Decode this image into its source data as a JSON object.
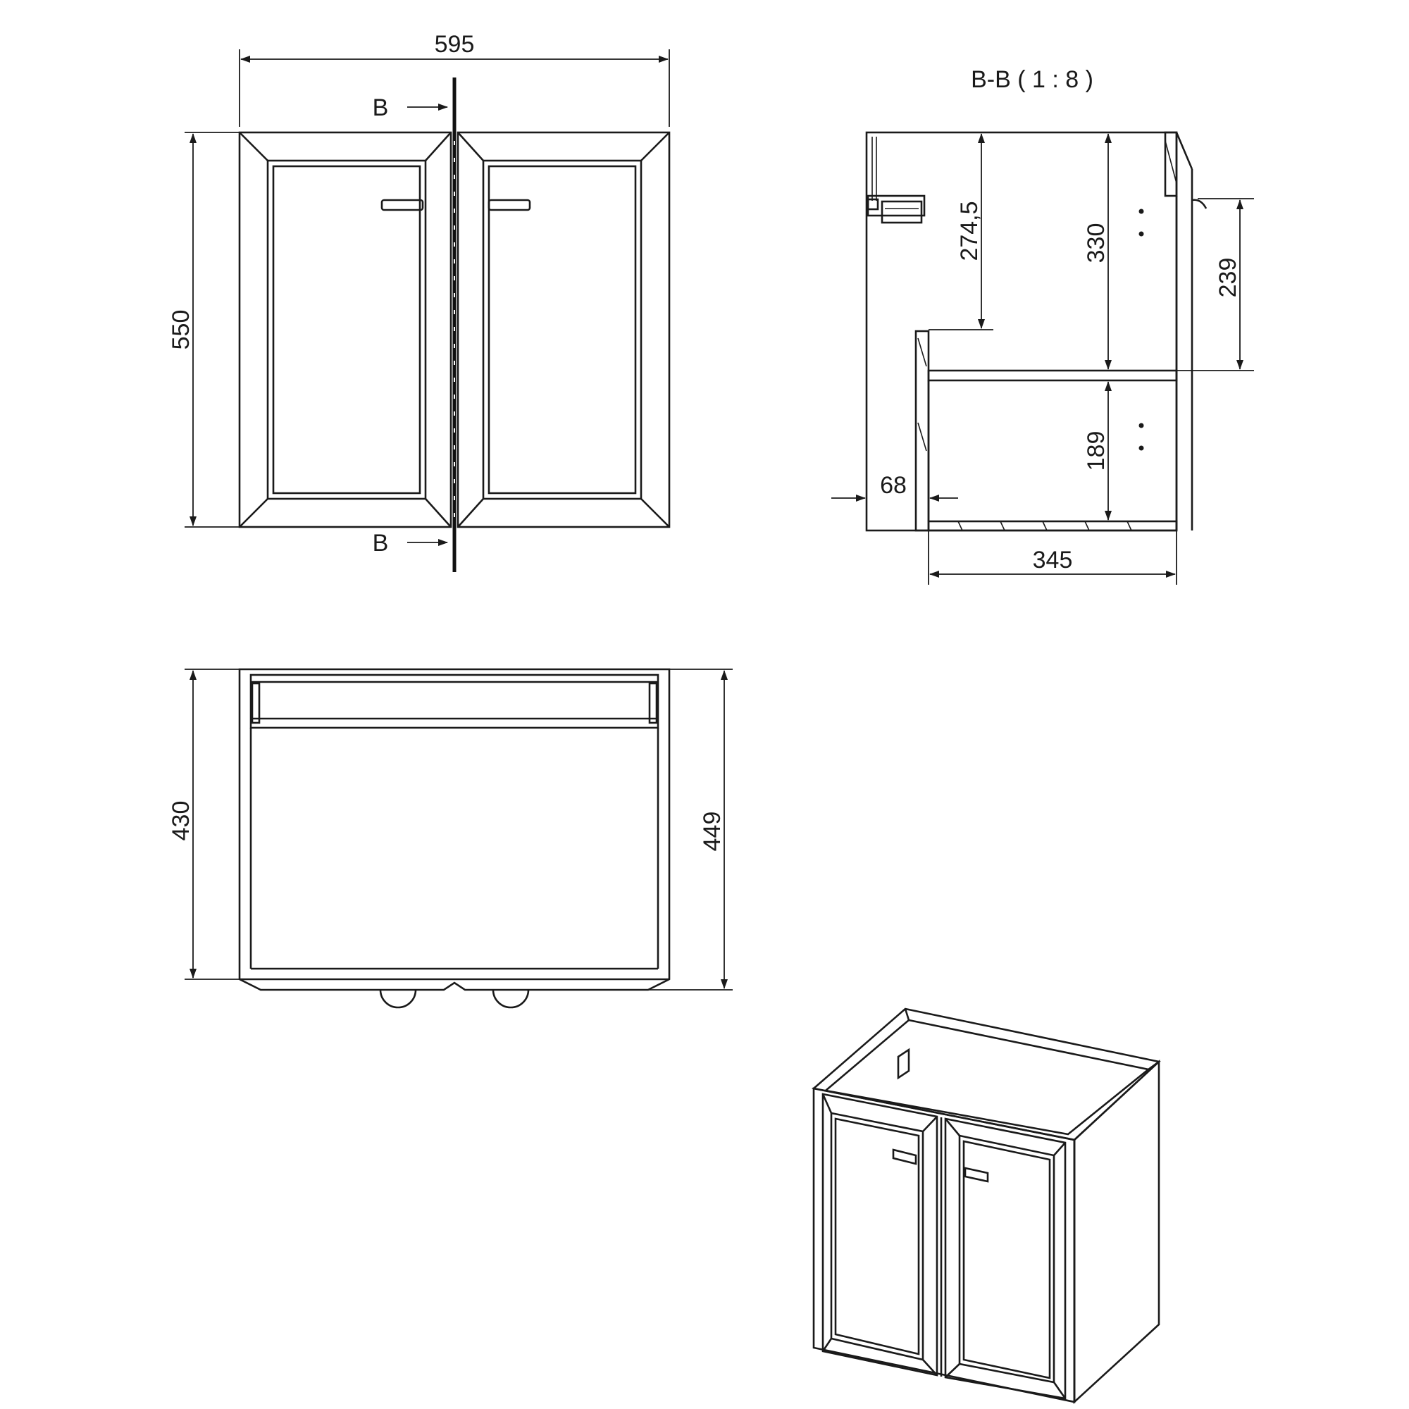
{
  "front_view": {
    "width_dim": "595",
    "height_dim": "550",
    "section_mark_top": "B",
    "section_mark_bottom": "B"
  },
  "section_view": {
    "title": "B-B ( 1 : 8 )",
    "dim_274_5": "274,5",
    "dim_330": "330",
    "dim_239": "239",
    "dim_189": "189",
    "dim_68": "68",
    "dim_345": "345"
  },
  "top_view": {
    "depth_inner_dim": "430",
    "depth_total_dim": "449"
  },
  "colors": {
    "line": "#1a1a1a",
    "background": "#ffffff"
  }
}
